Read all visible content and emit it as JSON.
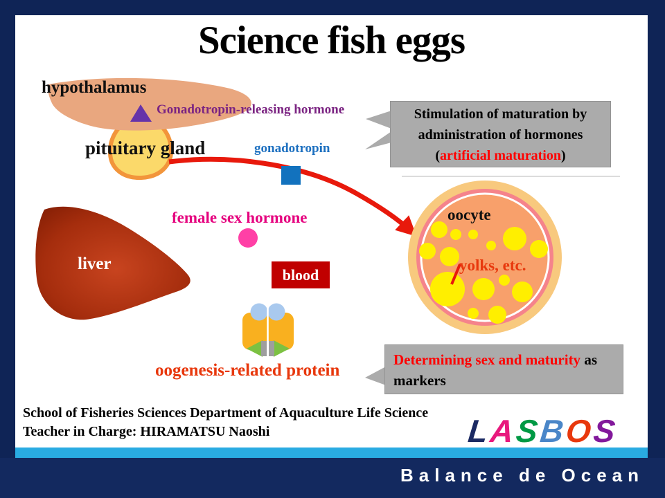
{
  "title": "Science fish eggs",
  "diagram": {
    "labels": {
      "hypothalamus": "hypothalamus",
      "gnrh": "Gonadotropin-releasing hormone",
      "pituitary_gland": "pituitary gland",
      "gonadotropin": "gonadotropin",
      "female_sex_hormone": "female sex hormone",
      "liver": "liver",
      "blood": "blood",
      "oogenesis_protein": "oogenesis-related protein",
      "oocyte": "oocyte",
      "yolks": "yolks, etc."
    },
    "callout_stimulation": {
      "line1": "Stimulation of maturation by",
      "line2": "administration of hormones",
      "paren_open": "(",
      "highlight": "artificial maturation",
      "paren_close": ")"
    },
    "callout_markers": {
      "highlight": "Determining sex and maturity",
      "rest": " as markers"
    },
    "colors": {
      "hypothalamus_fill": "#E9A77F",
      "pituitary_fill": "#FBD96A",
      "pituitary_stroke": "#F2953B",
      "gnrh_text": "#7B2482",
      "gnrh_marker_triangle": "#6633A9",
      "gonadotropin_text": "#1D70C0",
      "gonadotropin_marker_square": "#1272BE",
      "arrow_red": "#E8190C",
      "female_hormone_text": "#E5007E",
      "female_hormone_marker_circle": "#FF40A6",
      "liver_fill": "#A52D0D",
      "blood_box": "#C00000",
      "protein_body": "#F9B01F",
      "protein_heads": "#A9C9EE",
      "protein_wings": "#7CC142",
      "protein_bars": "#9E9E9E",
      "oocyte_outer_ring": "#F8C97E",
      "oocyte_pink_ring": "#F5838B",
      "oocyte_inner": "#F8A06B",
      "yolk_yellow": "#FFEF00",
      "callout_bg": "#ABABAB",
      "highlight_red": "#FF0000",
      "cyan_bar": "#29ABE2",
      "navy": "#0F2456"
    }
  },
  "footer": {
    "credit_line1": "School of Fisheries Sciences Department of Aquaculture Life Science",
    "credit_line2": "Teacher in Charge: HIRAMATSU Naoshi",
    "logo": [
      {
        "ch": "L",
        "color": "#1B2A63"
      },
      {
        "ch": "A",
        "color": "#E8197D"
      },
      {
        "ch": "S",
        "color": "#009944"
      },
      {
        "ch": "B",
        "color": "#4A86C8"
      },
      {
        "ch": "O",
        "color": "#E8380D"
      },
      {
        "ch": "S",
        "color": "#82189B"
      }
    ],
    "banner": "Balance de Ocean"
  }
}
